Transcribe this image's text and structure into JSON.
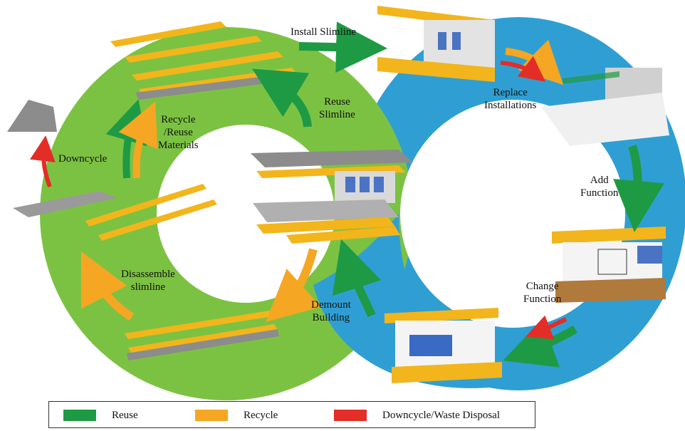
{
  "colors": {
    "green_ring": "#7cc242",
    "blue_ring": "#2f9fd3",
    "reuse": "#1e9a45",
    "recycle": "#f5a623",
    "downcycle": "#e32d27",
    "beam_yellow": "#f2b51c",
    "slab_grey": "#8c8c8c"
  },
  "labels": {
    "install_slimline": "Install Slimline",
    "replace_installations": [
      "Replace",
      "Installations"
    ],
    "add_function": [
      "Add",
      "Function"
    ],
    "change_function": [
      "Change",
      "Function"
    ],
    "demount_building": [
      "Demount",
      "Building"
    ],
    "disassemble_slimline": [
      "Disassemble",
      "slimline"
    ],
    "downcycle": "Downcycle",
    "recycle_reuse_materials": [
      "Recycle",
      "/Reuse",
      "Materials"
    ],
    "reuse_slimline": [
      "Reuse",
      "Slimline"
    ]
  },
  "legend": [
    {
      "label": "Reuse",
      "color": "#1e9a45"
    },
    {
      "label": "Recycle",
      "color": "#f5a623"
    },
    {
      "label": "Downcycle/Waste Disposal",
      "color": "#e32d27"
    }
  ]
}
